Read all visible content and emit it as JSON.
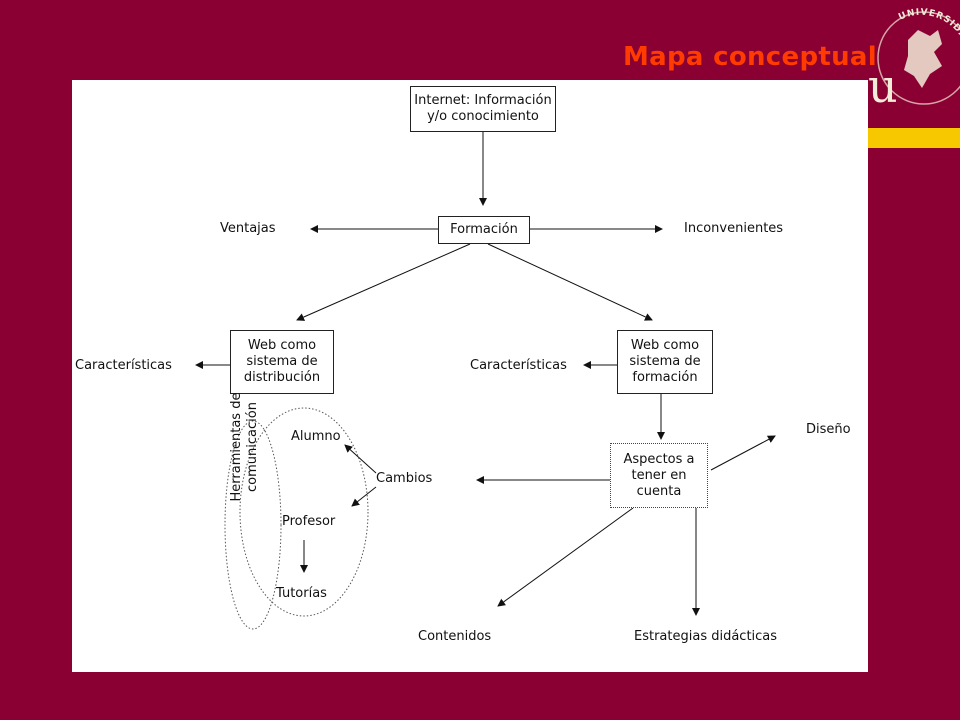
{
  "title": "Mapa conceptual",
  "logo": {
    "text": "UNIVERSIDAD DE SEVILLA",
    "colors": {
      "maroon": "#8b0032",
      "gold": "#f7c800",
      "cream": "#f3ecd9"
    }
  },
  "colors": {
    "background": "#8b0032",
    "title": "#ff3b00",
    "canvas": "#ffffff"
  },
  "nodes": {
    "internet": "Internet: Información\ny/o conocimiento",
    "formacion": "Formación",
    "ventajas": "Ventajas",
    "inconvenientes": "Inconvenientes",
    "web_distribucion": "Web como\nsistema de\ndistribución",
    "web_formacion": "Web como\nsistema de\nformación",
    "caracteristicas_left": "Características",
    "caracteristicas_right": "Características",
    "aspectos": "Aspectos a\ntener en\ncuenta",
    "diseno": "Diseño",
    "contenidos": "Contenidos",
    "estrategias": "Estrategias didácticas",
    "alumno": "Alumno",
    "cambios": "Cambios",
    "profesor": "Profesor",
    "tutorias": "Tutorías",
    "herramientas_1": "Herramientas de",
    "herramientas_2": "comunicación"
  }
}
